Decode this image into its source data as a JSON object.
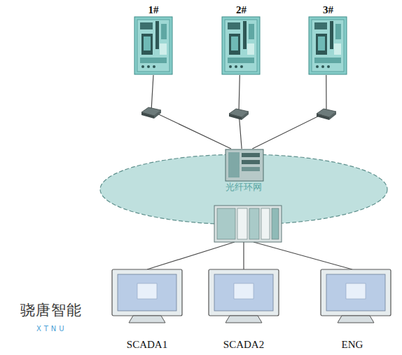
{
  "diagram": {
    "nodes": [
      {
        "text": [
          "1#"
        ]
      },
      {
        "text": [
          "2#"
        ]
      },
      {
        "text": [
          "3#"
        ]
      },
      {
        "text": [
          "光纤环网"
        ]
      },
      {
        "text": [
          "SCADA1"
        ]
      },
      {
        "text": [
          "SCADA2"
        ]
      },
      {
        "text": [
          "ENG"
        ]
      }
    ],
    "edges": [
      {
        "from": 0,
        "to": 3,
        "arrow": "none"
      },
      {
        "from": 1,
        "to": 3,
        "arrow": "none"
      },
      {
        "from": 2,
        "to": 3,
        "arrow": "none"
      },
      {
        "from": 3,
        "to": 4,
        "arrow": "none"
      },
      {
        "from": 3,
        "to": 5,
        "arrow": "none"
      },
      {
        "from": 3,
        "to": 6,
        "arrow": "none"
      }
    ],
    "labels": [
      "骁唐智能",
      "XTNU"
    ]
  }
}
